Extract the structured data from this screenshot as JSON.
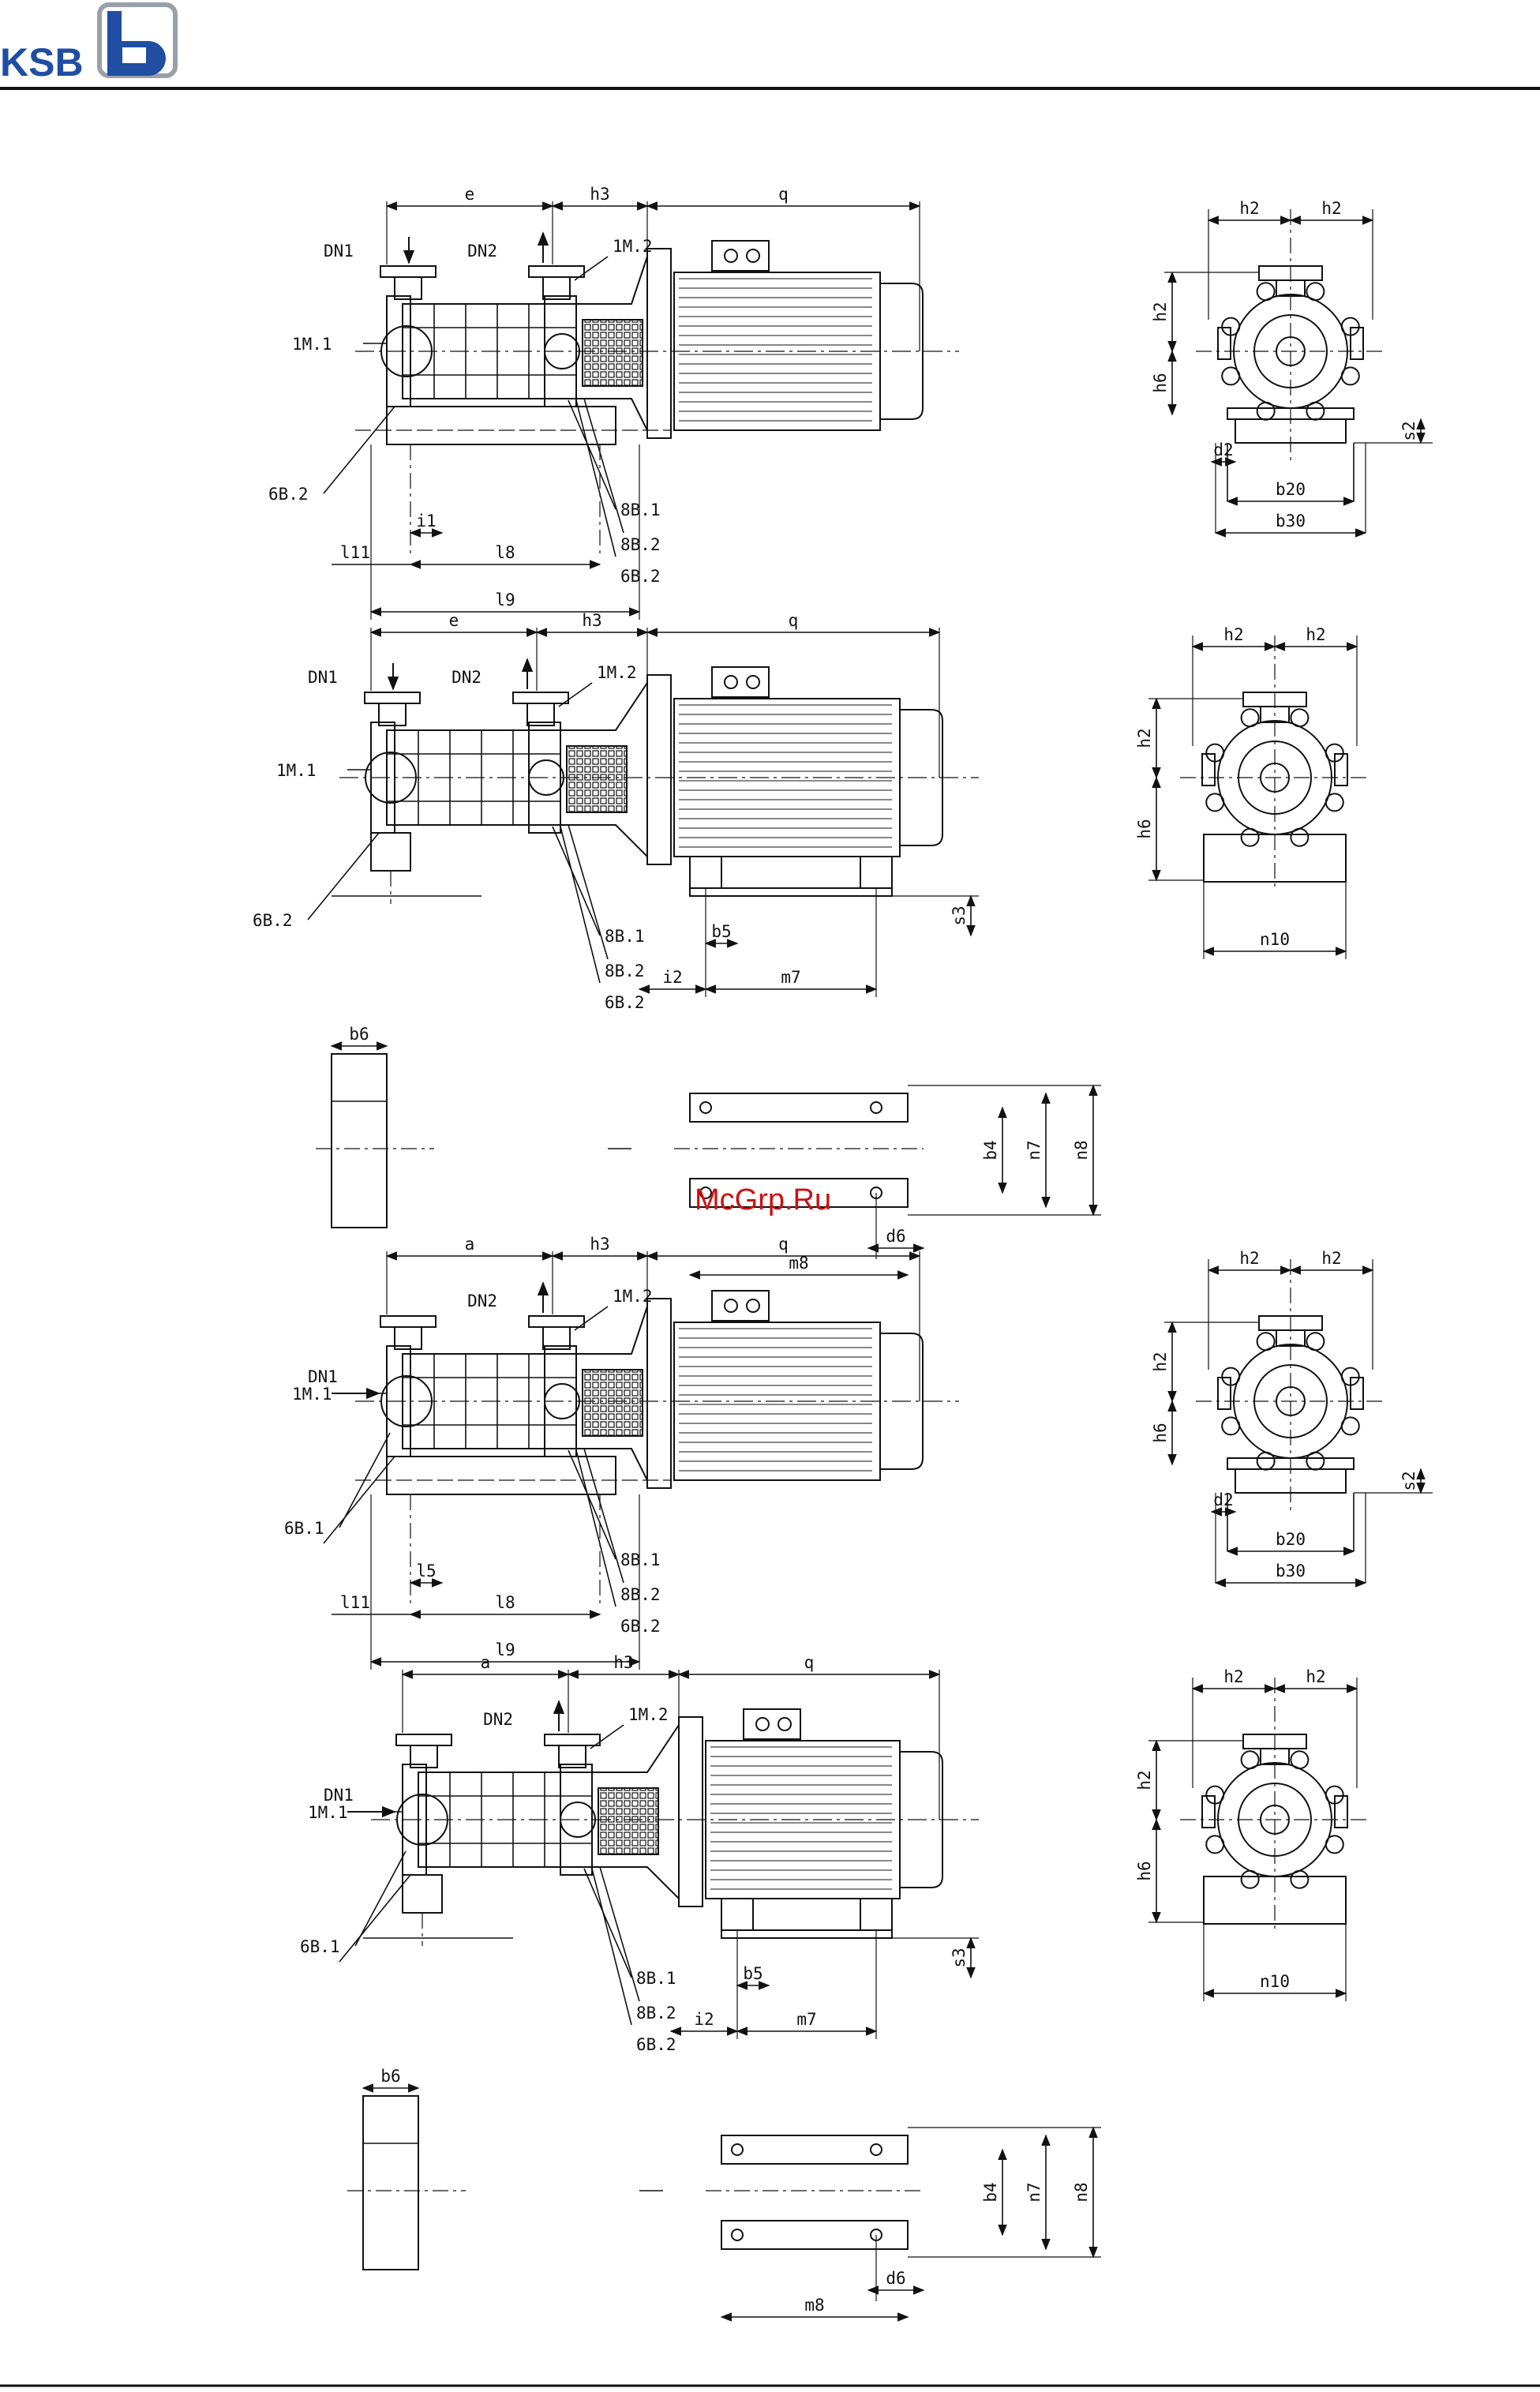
{
  "header": {
    "brand": "KSB"
  },
  "watermark": "McGrp.Ru",
  "colors": {
    "ink": "#111111",
    "brand": "#1f4ea3",
    "watermark": "#cc1111"
  },
  "drawings": [
    {
      "side": {
        "dn1": "DN1",
        "dn2": "DN2",
        "top_left": "e",
        "top_mid": "h3",
        "top_right": "q",
        "m1": "1M.1",
        "m2": "1M.2",
        "b62a": "6B.2",
        "b81": "8B.1",
        "b82": "8B.2",
        "b62b": "6B.2",
        "i": "i1",
        "l11": "l11",
        "l8": "l8",
        "l9": "l9"
      },
      "end": {
        "h2a": "h2",
        "h2b": "h2",
        "h2v": "h2",
        "h6": "h6",
        "d2": "d2",
        "s2": "s2",
        "b20": "b20",
        "b30": "b30"
      }
    },
    {
      "side": {
        "dn1": "DN1",
        "dn2": "DN2",
        "top_left": "e",
        "top_mid": "h3",
        "top_right": "q",
        "m1": "1M.1",
        "m2": "1M.2",
        "b62a": "6B.2",
        "b81": "8B.1",
        "b82": "8B.2",
        "b62b": "6B.2",
        "b5": "b5",
        "i2": "i2",
        "m7": "m7",
        "s3": "s3"
      },
      "end": {
        "h2a": "h2",
        "h2b": "h2",
        "h2v": "h2",
        "h6": "h6",
        "n10": "n10"
      },
      "plan": {
        "b6": "b6",
        "b4": "b4",
        "n7": "n7",
        "n8": "n8",
        "d6": "d6",
        "m8": "m8"
      }
    },
    {
      "side": {
        "dn1": "DN1",
        "dn2": "DN2",
        "top_left": "a",
        "top_mid": "h3",
        "top_right": "q",
        "m1": "1M.1",
        "m2": "1M.2",
        "b61": "6B.1",
        "b81": "8B.1",
        "b82": "8B.2",
        "b62b": "6B.2",
        "i": "l5",
        "l11": "l11",
        "l8": "l8",
        "l9": "l9"
      },
      "end": {
        "h2a": "h2",
        "h2b": "h2",
        "h2v": "h2",
        "h6": "h6",
        "d2": "d2",
        "s2": "s2",
        "b20": "b20",
        "b30": "b30"
      }
    },
    {
      "side": {
        "dn1": "DN1",
        "dn2": "DN2",
        "top_left": "a",
        "top_mid": "h3",
        "top_right": "q",
        "m1": "1M.1",
        "m2": "1M.2",
        "b61": "6B.1",
        "b81": "8B.1",
        "b82": "8B.2",
        "b62b": "6B.2",
        "b5": "b5",
        "i2": "i2",
        "m7": "m7",
        "s3": "s3"
      },
      "end": {
        "h2a": "h2",
        "h2b": "h2",
        "h2v": "h2",
        "h6": "h6",
        "n10": "n10"
      },
      "plan": {
        "b6": "b6",
        "b4": "b4",
        "n7": "n7",
        "n8": "n8",
        "d6": "d6",
        "m8": "m8"
      }
    }
  ]
}
